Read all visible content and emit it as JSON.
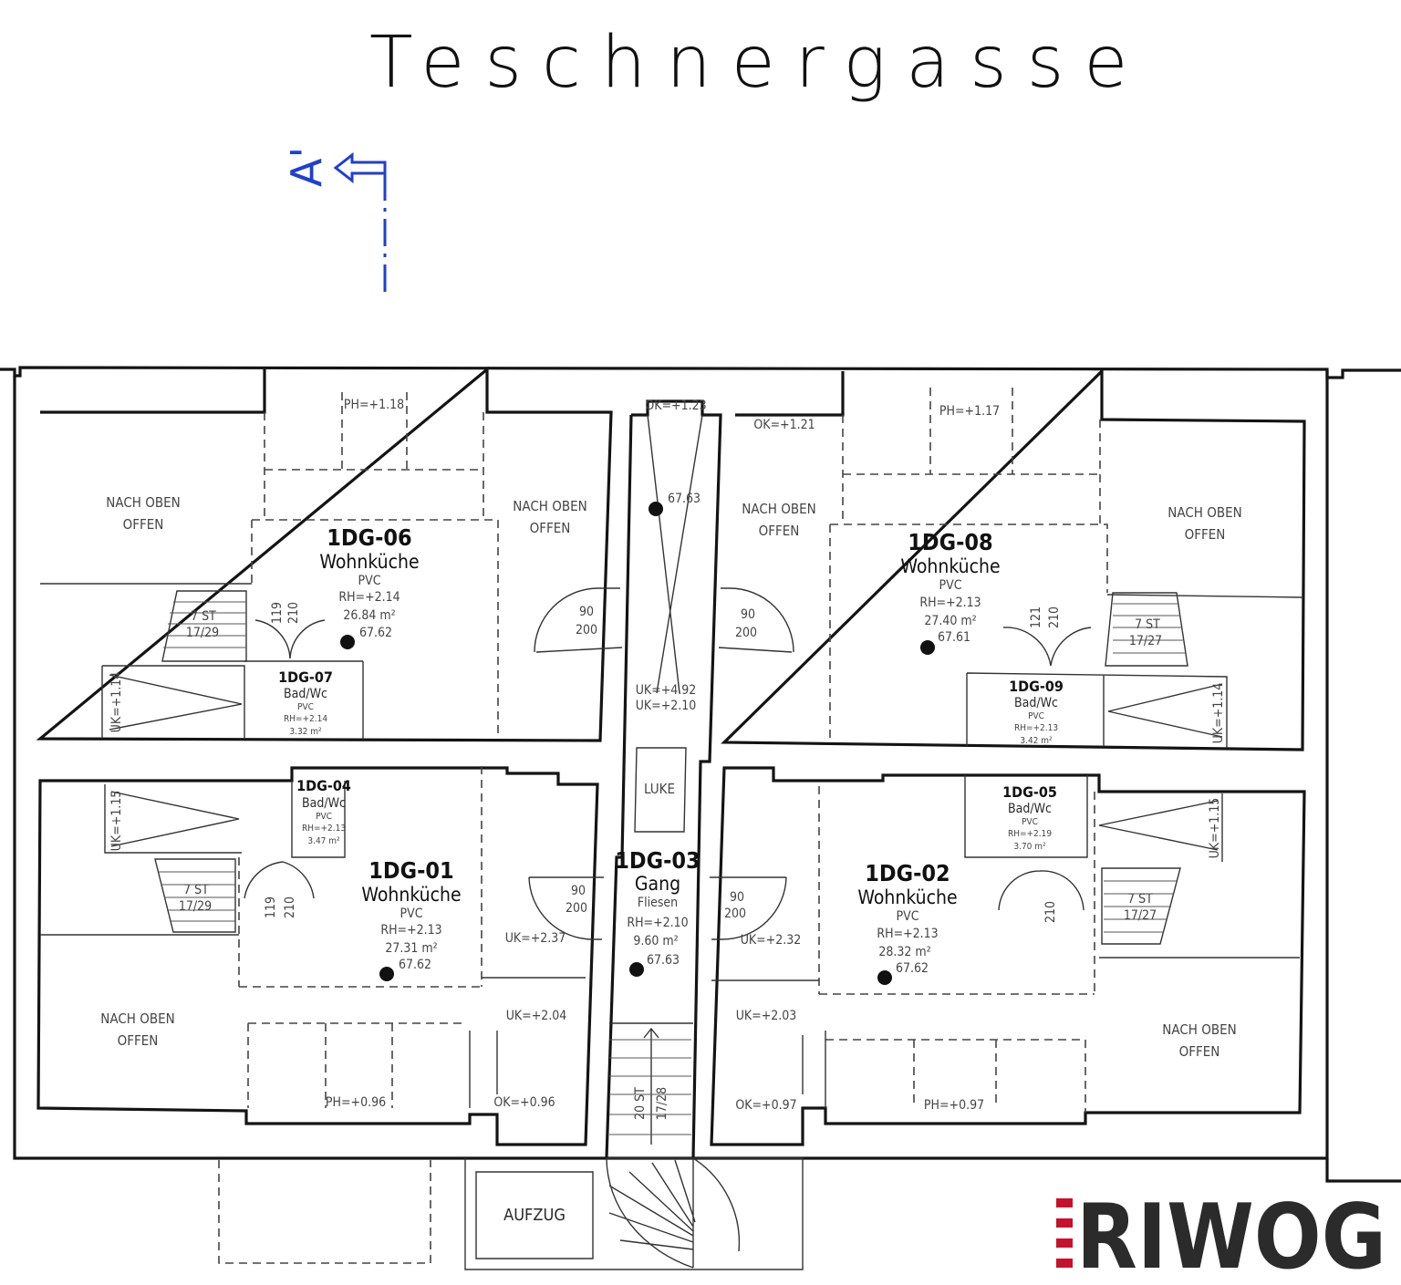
{
  "street": "Teschnergasse",
  "section_marker": "A'",
  "brand": {
    "name": "RIWOG",
    "bar_color": "#c8102e",
    "text_color": "#2b2b2b",
    "section_color": "#1f3fd1"
  },
  "rooms": {
    "r06": {
      "id": "1DG-06",
      "name": "Wohnküche",
      "floor": "PVC",
      "rh": "RH=+2.14",
      "area": "26.84 m²",
      "level": "67.62"
    },
    "r08": {
      "id": "1DG-08",
      "name": "Wohnküche",
      "floor": "PVC",
      "rh": "RH=+2.13",
      "area": "27.40 m²",
      "level": "67.61"
    },
    "r01": {
      "id": "1DG-01",
      "name": "Wohnküche",
      "floor": "PVC",
      "rh": "RH=+2.13",
      "area": "27.31 m²",
      "level": "67.62"
    },
    "r02": {
      "id": "1DG-02",
      "name": "Wohnküche",
      "floor": "PVC",
      "rh": "RH=+2.13",
      "area": "28.32 m²",
      "level": "67.62"
    },
    "r03": {
      "id": "1DG-03",
      "name": "Gang",
      "floor": "Fliesen",
      "rh": "RH=+2.10",
      "area": "9.60 m²",
      "level": "67.63"
    },
    "r07": {
      "id": "1DG-07",
      "name": "Bad/Wc",
      "floor": "PVC",
      "rh": "RH=+2.14",
      "area": "3.32 m²"
    },
    "r09": {
      "id": "1DG-09",
      "name": "Bad/Wc",
      "floor": "PVC",
      "rh": "RH=+2.13",
      "area": "3.42 m²"
    },
    "r04": {
      "id": "1DG-04",
      "name": "Bad/Wc",
      "floor": "PVC",
      "rh": "RH=+2.13",
      "area": "3.47 m²"
    },
    "r05": {
      "id": "1DG-05",
      "name": "Bad/Wc",
      "floor": "PVC",
      "rh": "RH=+2.19",
      "area": "3.70 m²"
    }
  },
  "labels": {
    "open_line1": "NACH OBEN",
    "open_line2": "OFFEN",
    "ph_118": "PH=+1.18",
    "ph_117": "PH=+1.17",
    "ph_096": "PH=+0.96",
    "ph_097": "PH=+0.97",
    "ok_123": "OK=+1.23",
    "ok_121": "OK=+1.21",
    "ok_096": "OK=+0.96",
    "ok_097": "OK=+0.97",
    "uk_492": "UK=+4.92",
    "uk_210": "UK=+2.10",
    "uk_237": "UK=+2.37",
    "uk_232": "UK=+2.32",
    "uk_204": "UK=+2.04",
    "uk_203": "UK=+2.03",
    "uk_114": "UK=+1.14",
    "uk_115": "UK=+1.15",
    "luke": "LUKE",
    "aufzug": "AUFZUG",
    "gang_level": "67.63",
    "stair_7st": "7 ST",
    "stair_1729": "17/29",
    "stair_1727": "17/27",
    "stair_20st": "20 ST",
    "stair_1728": "17/28",
    "door_90": "90",
    "door_200": "200",
    "door_119": "119",
    "door_121": "121",
    "door_210": "210"
  }
}
